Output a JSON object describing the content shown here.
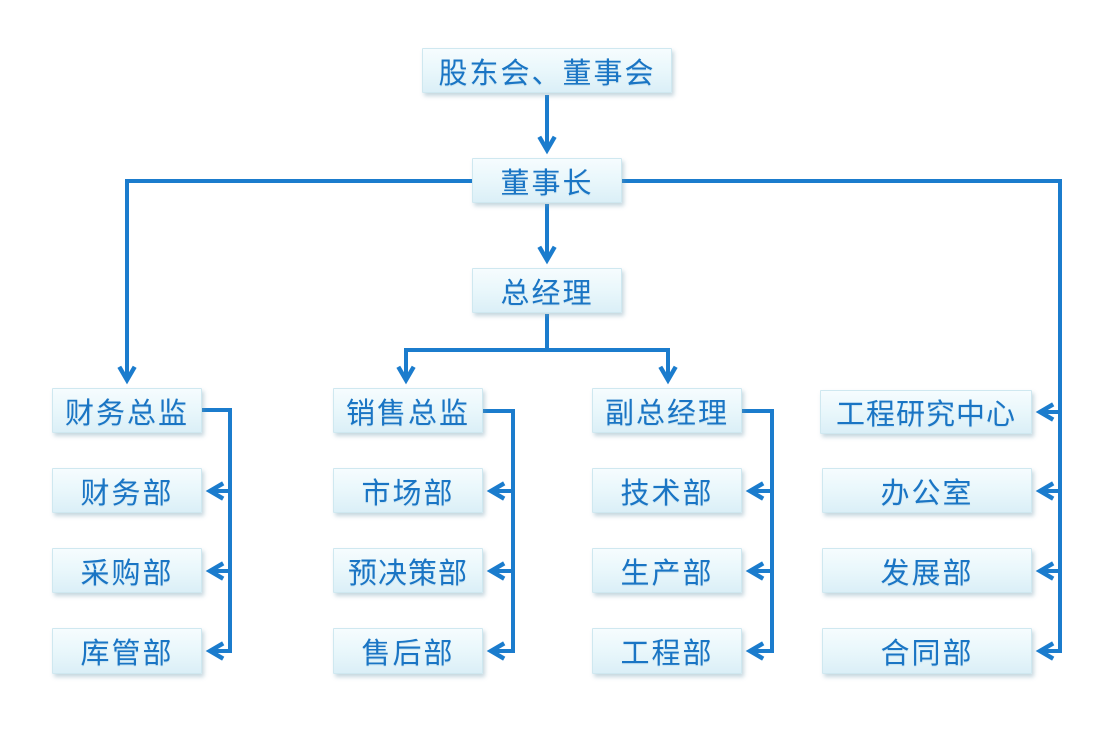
{
  "diagram": {
    "type": "org-chart",
    "hierarchy": {
      "level1": "股东会、董事会",
      "level2": "董事长",
      "level3": "总经理",
      "branches": [
        {
          "head": "财务总监",
          "children": [
            "财务部",
            "采购部",
            "库管部"
          ]
        },
        {
          "head": "销售总监",
          "children": [
            "市场部",
            "预决策部",
            "售后部"
          ]
        },
        {
          "head": "副总经理",
          "children": [
            "技术部",
            "生产部",
            "工程部"
          ]
        },
        {
          "head": "工程研究中心",
          "children": [
            "办公室",
            "发展部",
            "合同部"
          ]
        }
      ]
    },
    "colors": {
      "line": "#1b7ccd",
      "text": "#1a75c4",
      "box_fill_top": "#f6fcfe",
      "box_fill_bottom": "#dbeff7",
      "box_border": "#cfe8f0"
    }
  }
}
